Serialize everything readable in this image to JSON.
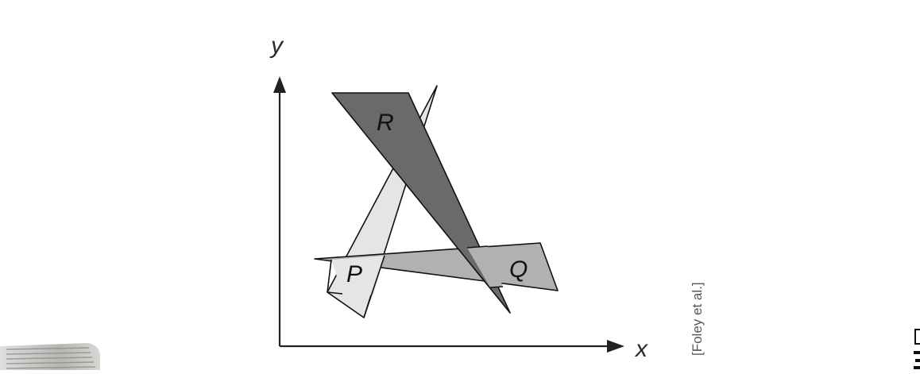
{
  "figure": {
    "axes": {
      "x_label": "x",
      "y_label": "y"
    },
    "polygons": [
      {
        "label": "P",
        "fill": "#e5e5e5"
      },
      {
        "label": "Q",
        "fill": "#b1b1b1"
      },
      {
        "label": "R",
        "fill": "#6a6a6a"
      }
    ],
    "citation": "[Foley et al.]"
  },
  "colors": {
    "stroke": "#111111",
    "axis": "#222222"
  }
}
